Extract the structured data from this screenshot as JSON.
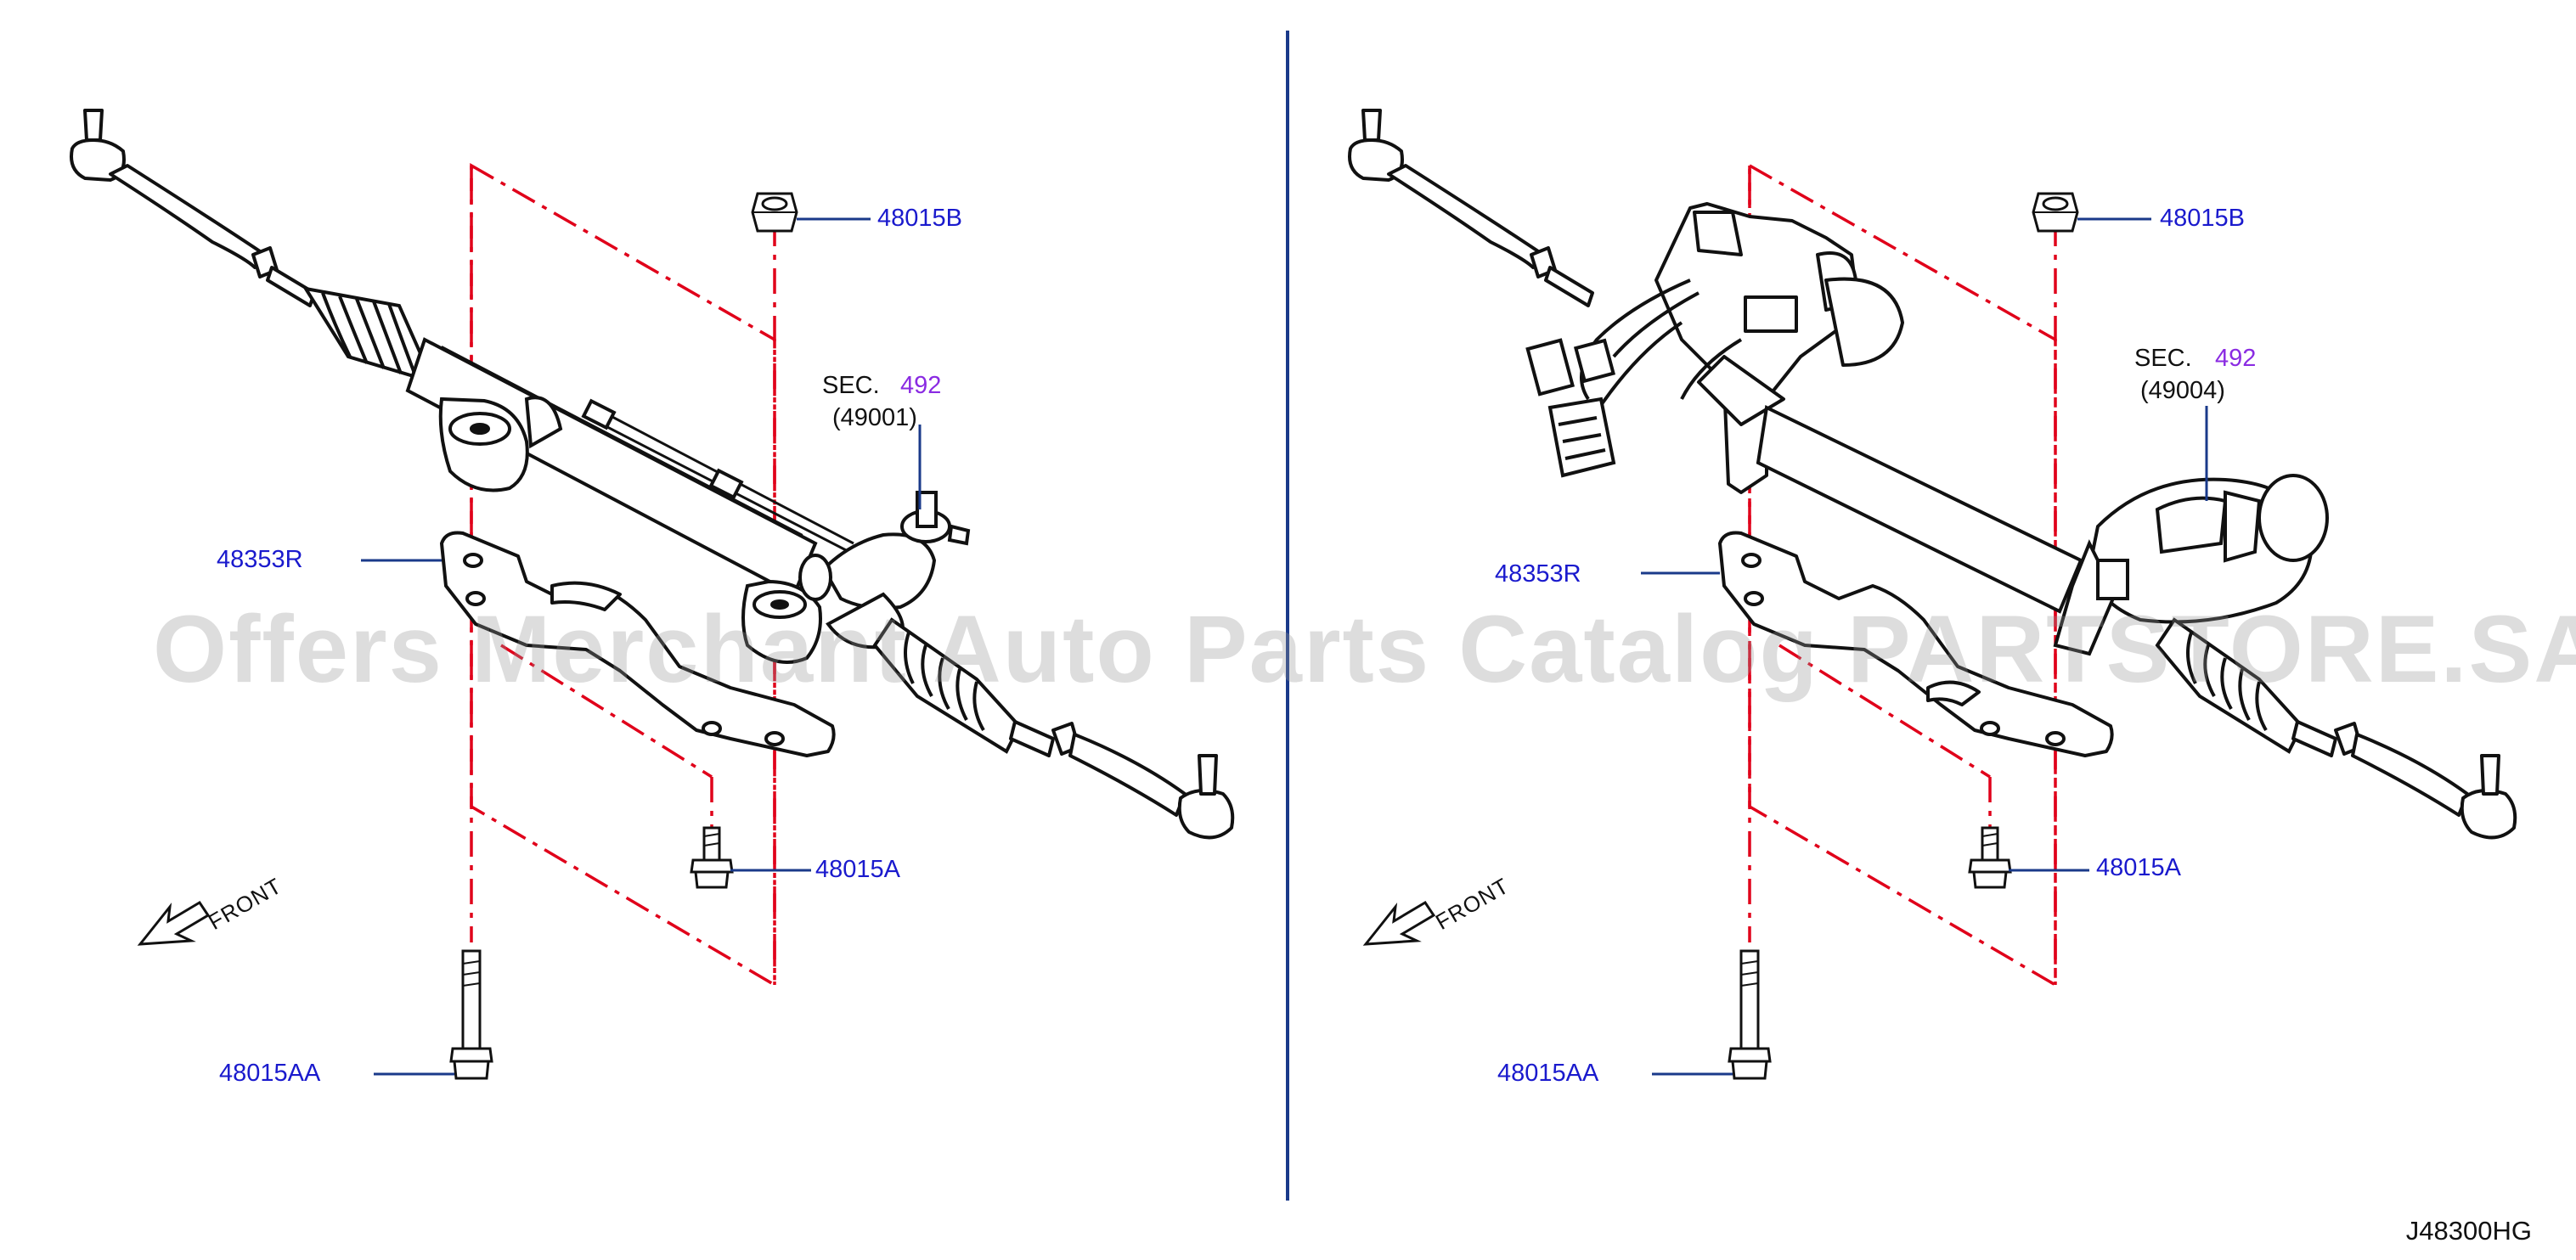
{
  "left_panel": {
    "labels": {
      "nut_top": "48015B",
      "section_prefix": "SEC.",
      "section_number": "492",
      "section_part": "(49001)",
      "bracket": "48353R",
      "bolt_short": "48015A",
      "bolt_long": "48015AA",
      "front": "FRONT"
    }
  },
  "right_panel": {
    "labels": {
      "nut_top": "48015B",
      "section_prefix": "SEC.",
      "section_number": "492",
      "section_part": "(49004)",
      "bracket": "48353R",
      "bolt_short": "48015A",
      "bolt_long": "48015AA",
      "front": "FRONT"
    }
  },
  "watermark": "Offers Merchant Auto Parts Catalog PARTSTORE.SA",
  "diagram_code": "J48300HG",
  "colors": {
    "callout": "#1a1acd",
    "section_ref": "#8a2be2",
    "phantom_line": "#e0001a",
    "divider": "#1a3a8a",
    "drawing": "#111111"
  }
}
